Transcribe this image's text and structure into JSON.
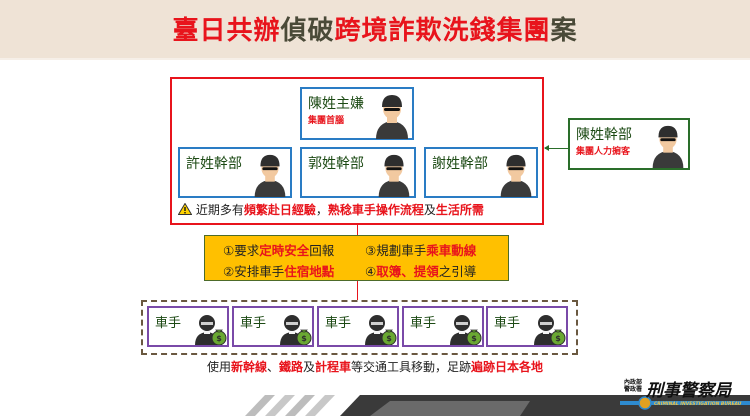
{
  "title": {
    "segments": [
      {
        "text": "臺日共辦",
        "color": "red"
      },
      {
        "text": "偵破",
        "color": "dark"
      },
      {
        "text": "跨境詐欺洗錢集團",
        "color": "red"
      },
      {
        "text": "案",
        "color": "dark"
      }
    ]
  },
  "org_chart": {
    "leader": {
      "name": "陳姓主嫌",
      "role": "集團首腦"
    },
    "cadres": [
      {
        "name": "許姓幹部"
      },
      {
        "name": "郭姓幹部"
      },
      {
        "name": "謝姓幹部"
      }
    ],
    "recruiter": {
      "name": "陳姓幹部",
      "role": "集團人力掮客"
    },
    "warning": {
      "icon": "warning-icon",
      "segments": [
        {
          "text": "近期多有",
          "color": "dark"
        },
        {
          "text": "頻繁赴日經驗",
          "color": "red"
        },
        {
          "text": "，",
          "color": "dark"
        },
        {
          "text": "熟稔車手操作流程",
          "color": "red"
        },
        {
          "text": "及",
          "color": "dark"
        },
        {
          "text": "生活所需",
          "color": "red"
        }
      ]
    }
  },
  "instructions": {
    "items": [
      {
        "num": "①",
        "pre": "要求",
        "hl": "定時安全",
        "post": "回報"
      },
      {
        "num": "③",
        "pre": "規劃車手",
        "hl": "乘車動線",
        "post": ""
      },
      {
        "num": "②",
        "pre": "安排車手",
        "hl": "住宿地點",
        "post": ""
      },
      {
        "num": "④",
        "pre": "",
        "hl": "取簿、提領",
        "post": "之引導"
      }
    ]
  },
  "drivers": {
    "items": [
      {
        "label": "車手"
      },
      {
        "label": "車手"
      },
      {
        "label": "車手"
      },
      {
        "label": "車手"
      },
      {
        "label": "車手"
      }
    ]
  },
  "footer_note": {
    "segments": [
      {
        "text": "使用",
        "color": "dark"
      },
      {
        "text": "新幹線",
        "color": "red"
      },
      {
        "text": "、",
        "color": "dark"
      },
      {
        "text": "鐵路",
        "color": "red"
      },
      {
        "text": "及",
        "color": "dark"
      },
      {
        "text": "計程車",
        "color": "red"
      },
      {
        "text": "等交通工具移動，足跡",
        "color": "dark"
      },
      {
        "text": "遍跡日本各地",
        "color": "red"
      }
    ]
  },
  "logo": {
    "small_top": "內政部",
    "small_bottom": "警政署",
    "name": "刑事警察局",
    "english": "CRIMINAL INVESTIGATION BUREAU"
  },
  "colors": {
    "red": "#e8141c",
    "dark": "#4a4a38",
    "header_bg": "#efe3d6",
    "blue_border": "#2a7cc4",
    "green_border": "#2a6e2a",
    "yellow": "#ffc000",
    "purple": "#7a4aa8"
  }
}
